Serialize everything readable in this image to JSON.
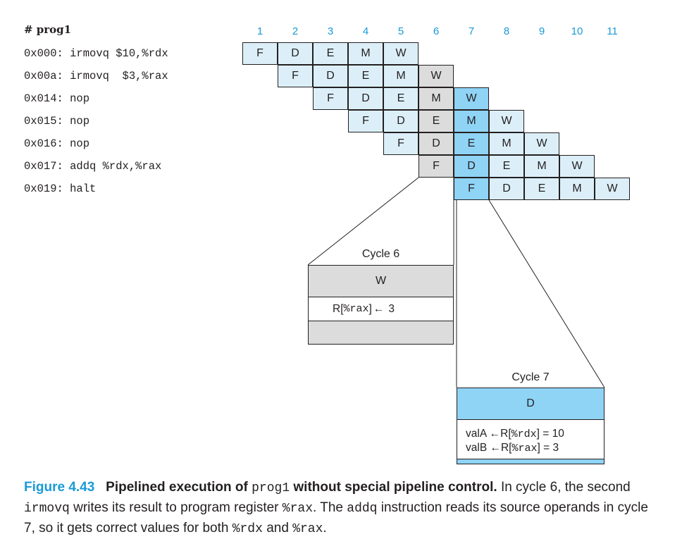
{
  "program": {
    "title": "# prog1",
    "lines": [
      "0x000: irmovq $10,%rdx",
      "0x00a: irmovq  $3,%rax",
      "0x014: nop",
      "0x015: nop",
      "0x016: nop",
      "0x017: addq %rdx,%rax",
      "0x019: halt"
    ]
  },
  "cycles": [
    "1",
    "2",
    "3",
    "4",
    "5",
    "6",
    "7",
    "8",
    "9",
    "10",
    "11"
  ],
  "stages": [
    "F",
    "D",
    "E",
    "M",
    "W"
  ],
  "colors": {
    "stage_fill": "#dceff9",
    "cycle6_fill": "#dcdcdc",
    "cycle7_fill": "#8fd3f5",
    "accent": "#1a9ad6"
  },
  "cycle6_box": {
    "title": "Cycle 6",
    "stage": "W",
    "op_prefix": "R[",
    "op_reg": "%rax",
    "op_suffix": "]",
    "op_value": "3"
  },
  "cycle7_box": {
    "title": "Cycle 7",
    "stage": "D",
    "line1": {
      "label": "valA",
      "prefix": "R[",
      "reg": "%rdx",
      "suffix": "] = 10"
    },
    "line2": {
      "label": "valB",
      "prefix": "R[",
      "reg": "%rax",
      "suffix": "] = 3"
    }
  },
  "caption": {
    "figure": "Figure 4.43",
    "title": "Pipelined execution of",
    "title_code": "prog1",
    "title_end": "without special pipeline control.",
    "t1": "In cycle 6, the second",
    "c1": "irmovq",
    "t2": "writes its result to program register",
    "c2": "%rax",
    "t3": ". The",
    "c3": "addq",
    "t4": "instruction reads its source operands in cycle 7, so it gets correct values for both",
    "c4": "%rdx",
    "t5": "and",
    "c5": "%rax",
    "t6": "."
  }
}
